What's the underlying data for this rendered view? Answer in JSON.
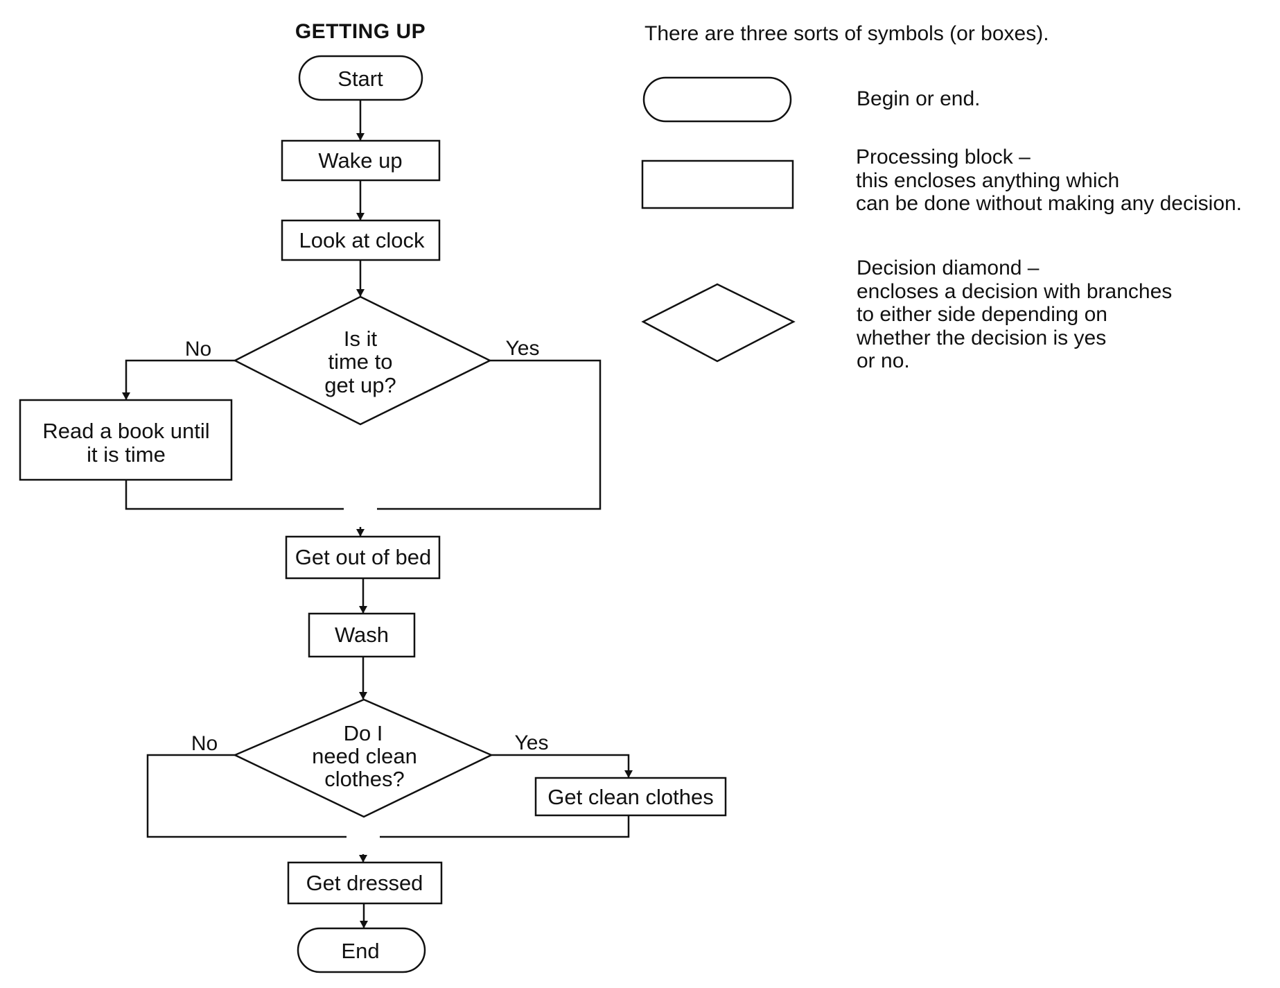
{
  "diagram": {
    "title": "GETTING UP",
    "nodes": {
      "start": "Start",
      "wake_up": "Wake up",
      "look_at_clock": "Look at clock",
      "decision_time": [
        "Is it",
        "time to",
        "get up?"
      ],
      "read_book": [
        "Read a book until",
        "it is time"
      ],
      "get_out_of_bed": "Get out of bed",
      "wash": "Wash",
      "decision_clothes": [
        "Do I",
        "need clean",
        "clothes?"
      ],
      "get_clean_clothes": "Get clean clothes",
      "get_dressed": "Get dressed",
      "end": "End"
    },
    "branches": {
      "time_no": "No",
      "time_yes": "Yes",
      "clothes_no": "No",
      "clothes_yes": "Yes"
    }
  },
  "legend": {
    "intro": "There are three sorts of symbols (or boxes).",
    "terminal": "Begin or end.",
    "process": [
      "Processing block –",
      "this encloses anything which",
      "can be done without making any decision."
    ],
    "decision": [
      "Decision diamond –",
      "encloses a decision with branches",
      "to either side depending on",
      "whether the decision is yes",
      "or no."
    ]
  }
}
